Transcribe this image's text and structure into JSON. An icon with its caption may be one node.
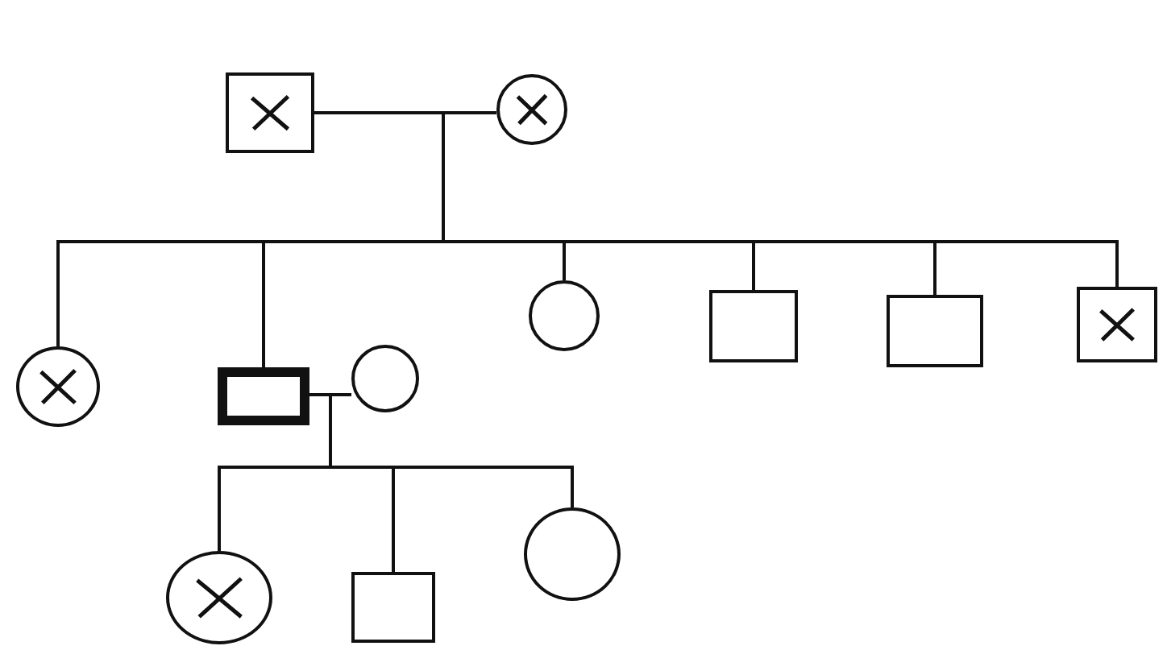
{
  "diagram": {
    "nodes": [
      {
        "text": [],
        "shape": "box"
      },
      {
        "text": [],
        "shape": "circle"
      },
      {
        "text": [],
        "shape": "circle"
      },
      {
        "text": [],
        "shape": "box"
      },
      {
        "text": [],
        "shape": "circle"
      },
      {
        "text": [],
        "shape": "circle"
      },
      {
        "text": [],
        "shape": "box"
      },
      {
        "text": [],
        "shape": "box"
      },
      {
        "text": [],
        "shape": "box"
      },
      {
        "text": [],
        "shape": "circle"
      },
      {
        "text": [],
        "shape": "box"
      },
      {
        "text": [],
        "shape": "circle"
      }
    ],
    "edges": [
      {
        "from": 0,
        "to": 1,
        "arrow": "none"
      },
      {
        "from": 0,
        "to": 2,
        "arrow": "none"
      },
      {
        "from": 0,
        "to": 3,
        "arrow": "none"
      },
      {
        "from": 0,
        "to": 5,
        "arrow": "none"
      },
      {
        "from": 0,
        "to": 6,
        "arrow": "none"
      },
      {
        "from": 0,
        "to": 7,
        "arrow": "none"
      },
      {
        "from": 0,
        "to": 8,
        "arrow": "none"
      },
      {
        "from": 3,
        "to": 4,
        "arrow": "none"
      },
      {
        "from": 3,
        "to": 9,
        "arrow": "none"
      },
      {
        "from": 3,
        "to": 10,
        "arrow": "none"
      },
      {
        "from": 3,
        "to": 11,
        "arrow": "none"
      }
    ]
  }
}
